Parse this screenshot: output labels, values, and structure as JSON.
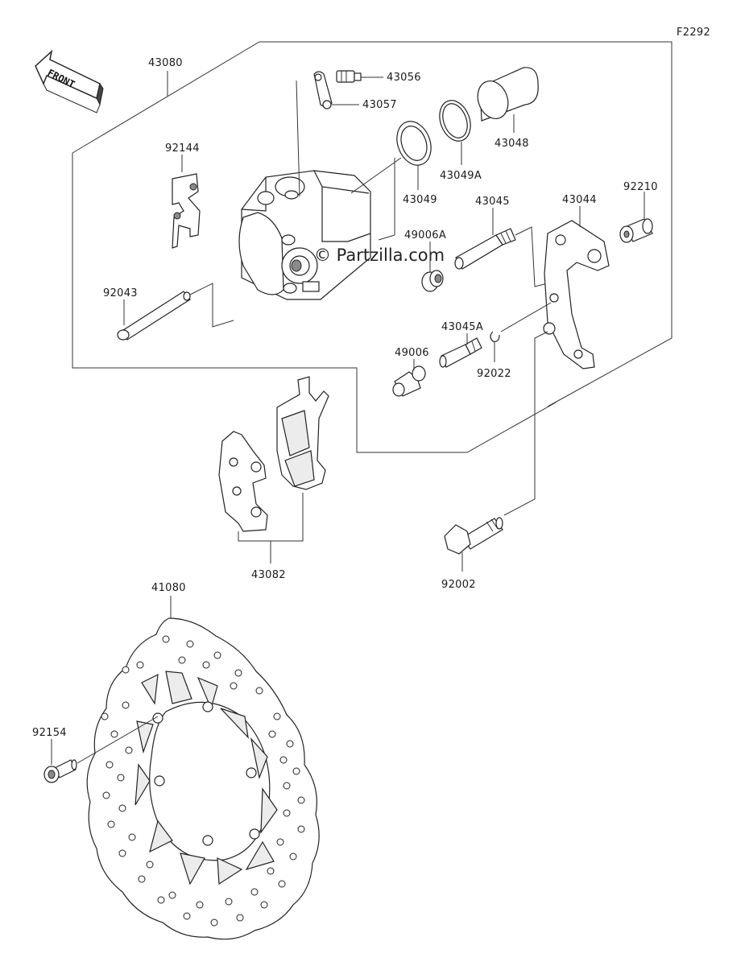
{
  "diagram_code": "F2292",
  "watermark": "© Partzilla.com",
  "front_arrow_label": "FRONT",
  "parts": {
    "p43080": "43080",
    "p43056": "43056",
    "p43057": "43057",
    "p43048": "43048",
    "p43049A": "43049A",
    "p92144": "92144",
    "p43049": "43049",
    "p43045": "43045",
    "p43044": "43044",
    "p92210": "92210",
    "p49006A": "49006A",
    "p92043": "92043",
    "p43045A": "43045A",
    "p49006": "49006",
    "p92022": "92022",
    "p43082": "43082",
    "p92002": "92002",
    "p41080": "41080",
    "p92154": "92154"
  }
}
